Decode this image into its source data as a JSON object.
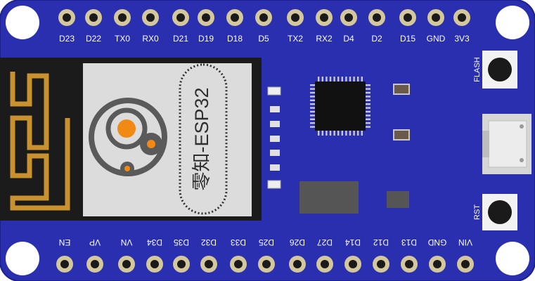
{
  "board": {
    "colors": {
      "pcb": "#2a2fb0",
      "pcb_edge": "#1c208a",
      "hole": "#ffffff",
      "pad_ring": "#d3c79b",
      "pad_hole": "#1a1a1a",
      "module": "#1b1b1b",
      "shield": "#dcdcdc",
      "antenna": "#c9922e",
      "logo_ring": "#5a5a5a",
      "logo_orange": "#f08a12",
      "chip": "#111111",
      "chip_pins": "#c8c8c8",
      "button": "#1a1a1a",
      "usb": "#d6d6d6",
      "passive": "#6b5a4a",
      "regulator": "#555555"
    },
    "top_pins": [
      "D23",
      "D22",
      "TX0",
      "RX0",
      "D21",
      "D19",
      "D18",
      "D5",
      "TX2",
      "RX2",
      "D4",
      "D2",
      "D15",
      "GND",
      "3V3"
    ],
    "bottom_pins": [
      "EN",
      "VP",
      "VN",
      "D34",
      "D35",
      "D32",
      "D33",
      "D25",
      "D26",
      "D27",
      "D14",
      "D12",
      "D13",
      "GND",
      "VIN"
    ],
    "module_brand": "零知-ESP32",
    "buttons": {
      "flash_label": "FLASH",
      "reset_label": "RST"
    }
  }
}
